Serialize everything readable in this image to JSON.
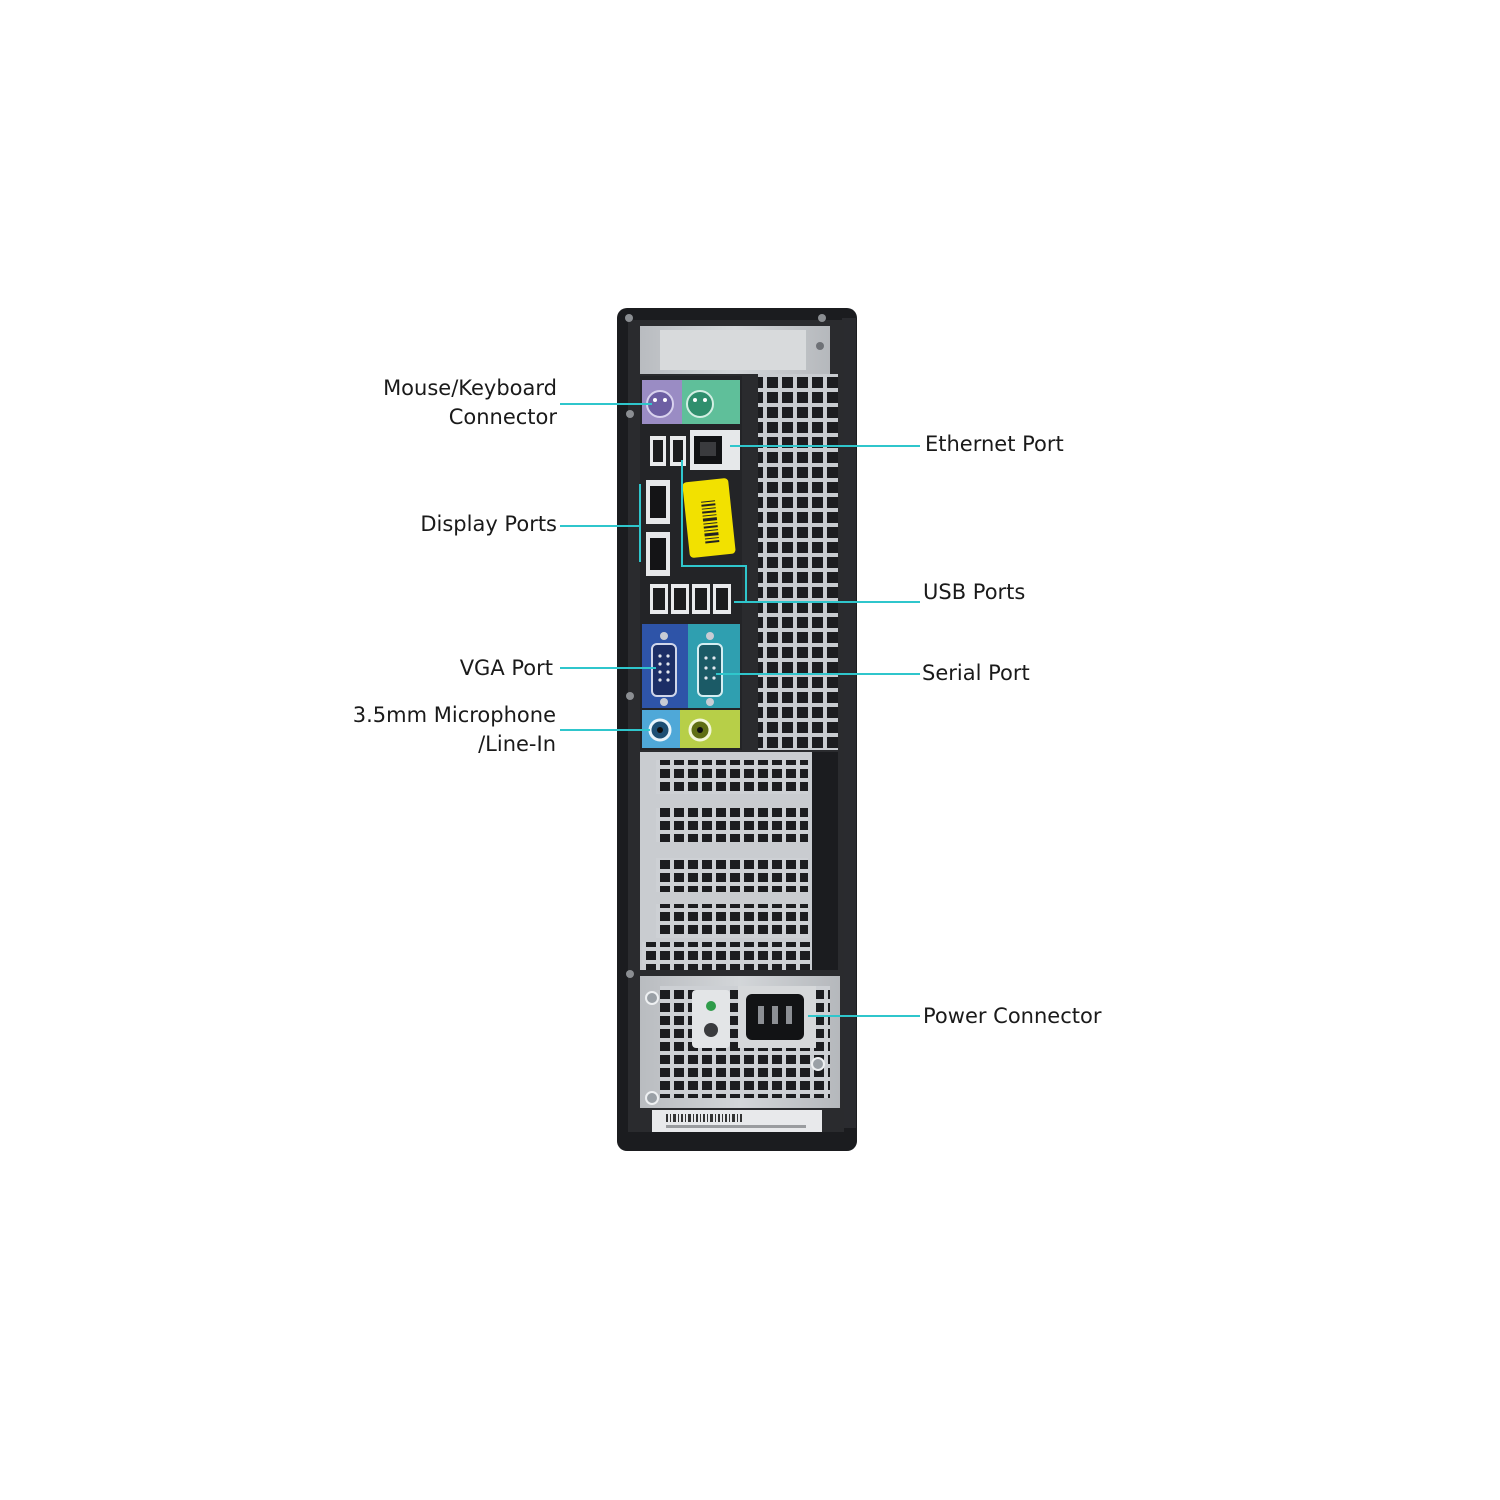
{
  "colors": {
    "background": "#ffffff",
    "leader_line": "#2fc6cc",
    "label_text": "#1a1a1a",
    "case_black": "#1b1c1f",
    "panel_metal": "#c4c7cb",
    "io_shield": "#232427",
    "ps2_mouse": "#9a8cc4",
    "ps2_keyboard": "#5fbf9a",
    "vga_blue": "#2e54a8",
    "serial_teal": "#2f9fb0",
    "mic_pink": "#d67fa8",
    "line_out_green": "#b7cf48",
    "line_in_blue": "#4fa8d8",
    "sticker_yellow": "#f2e100"
  },
  "labels": {
    "mouse_keyboard": {
      "line1": "Mouse/Keyboard",
      "line2": "Connector"
    },
    "display_ports": "Display Ports",
    "vga_port": "VGA Port",
    "microphone": {
      "line1": "3.5mm  Microphone",
      "line2": "/Line-In"
    },
    "ethernet_port": "Ethernet Port",
    "usb_ports": "USB Ports",
    "serial_port": "Serial Port",
    "power_connector": "Power Connector"
  }
}
